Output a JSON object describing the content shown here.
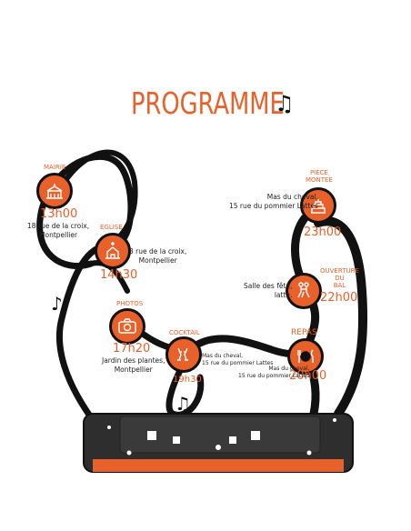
{
  "title": "PROGRAMME",
  "colors": {
    "accent": "#e8602a",
    "ribbon": "#111111",
    "cassette": "#2e2e2e"
  },
  "icons": [
    "music-notes-icon",
    "music-note-icon"
  ],
  "events": {
    "mairie": {
      "label": "MAIRIE",
      "time": "13h00",
      "addr1": "18 rue de la croix,",
      "addr2": "Montpellier",
      "icon": "town-hall-icon"
    },
    "eglise": {
      "label": "EGLISE",
      "time": "14h30",
      "addr1": "3 rue de la croix,",
      "addr2": "Montpellier",
      "icon": "church-icon"
    },
    "photos": {
      "label": "PHOTOS",
      "time": "17h20",
      "addr1": "Jardin des plantes,",
      "addr2": "Montpellier",
      "icon": "camera-icon"
    },
    "cocktail": {
      "label": "COCKTAIL",
      "time": "19h30",
      "addr1": "Mas du cheval,",
      "addr2": "15 rue du pommier Lattes",
      "icon": "champagne-icon"
    },
    "repas": {
      "label": "REPAS",
      "time": "20h00",
      "addr1": "Mas du cheval,",
      "addr2": "15 rue du pommier Lattes",
      "icon": "plate-icon"
    },
    "bal": {
      "label1": "OUVERTURE",
      "label2": "DU",
      "label3": "BAL",
      "time": "22h00",
      "addr1": "Salle des fête,",
      "addr2": "latte.",
      "icon": "dance-icon"
    },
    "piece": {
      "label1": "PIECE",
      "label2": "MONTEE",
      "time": "23h00",
      "addr1": "Mas du cheval,",
      "addr2": "15 rue du pommier Lattes",
      "icon": "cake-icon"
    }
  }
}
